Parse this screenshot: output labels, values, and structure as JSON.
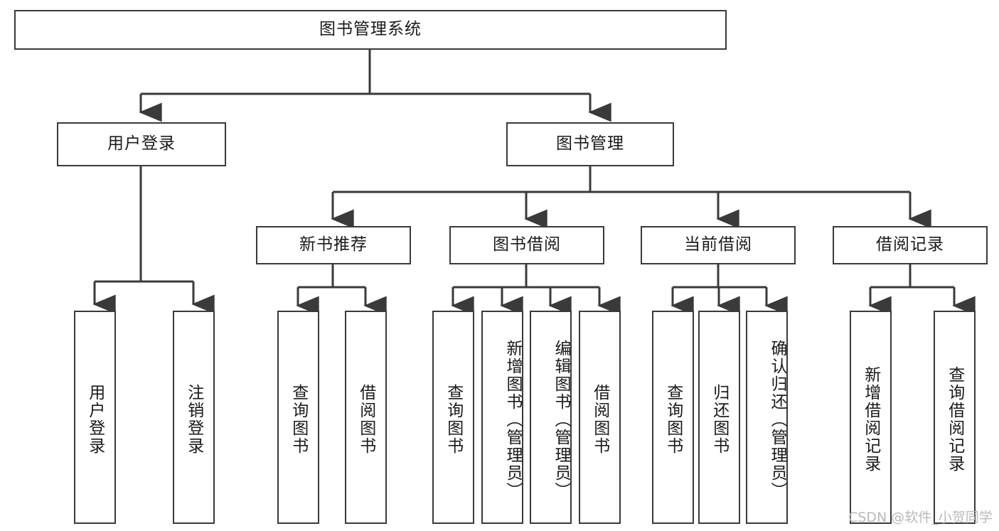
{
  "diagram": {
    "type": "tree-hierarchy-chart",
    "title": "图书管理系统",
    "line_color": "#3a3a3a",
    "box_fill": "#ffffff",
    "text_color": "#1a1a1a"
  },
  "watermark": {
    "text": "CSDN @软件_小贺同学",
    "color": "#b9b9b9"
  },
  "nodes": {
    "root": {
      "label": "图书管理系统"
    },
    "level2": [
      {
        "label": "用户登录"
      },
      {
        "label": "图书管理"
      }
    ],
    "level3": [
      {
        "label": "新书推荐"
      },
      {
        "label": "图书借阅"
      },
      {
        "label": "当前借阅"
      },
      {
        "label": "借阅记录"
      }
    ],
    "leaves_user_login": [
      {
        "label": "用户登录"
      },
      {
        "label": "注销登录"
      }
    ],
    "leaves_new_book": [
      {
        "label": "查询图书"
      },
      {
        "label": "借阅图书"
      }
    ],
    "leaves_borrow": [
      {
        "label": "查询图书"
      },
      {
        "label": "新增图书（管理员）"
      },
      {
        "label": "编辑图书（管理员）"
      },
      {
        "label": "借阅图书"
      }
    ],
    "leaves_current": [
      {
        "label": "查询图书"
      },
      {
        "label": "归还图书"
      },
      {
        "label": "确认归还（管理员）"
      }
    ],
    "leaves_records": [
      {
        "label": "新增借阅记录"
      },
      {
        "label": "查询借阅记录"
      }
    ]
  }
}
